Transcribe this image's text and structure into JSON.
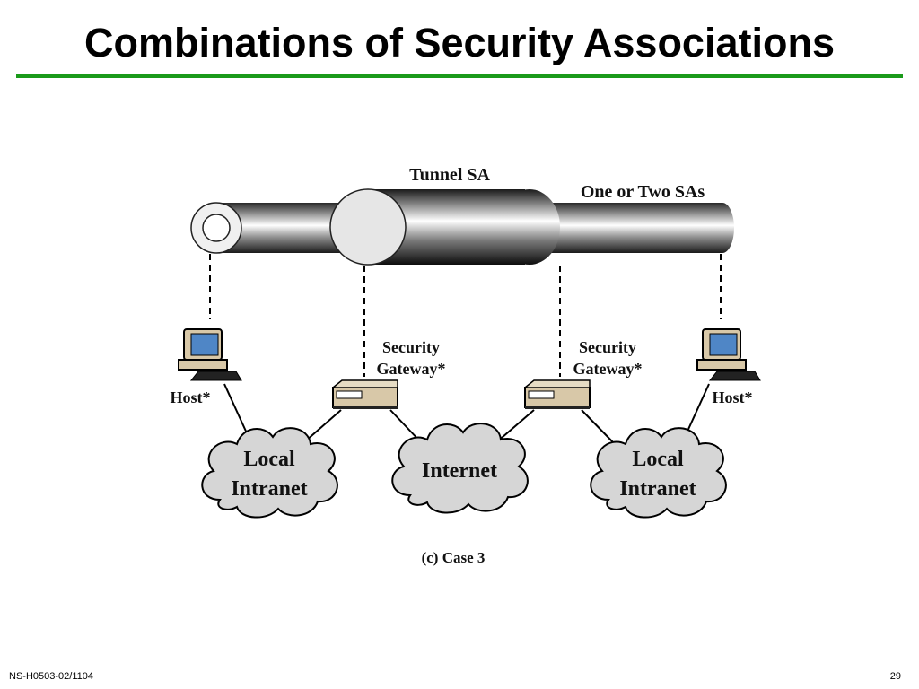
{
  "slide": {
    "title": "Combinations of Security Associations",
    "footer_code": "NS-H0503-02/1104",
    "page_number": "29"
  },
  "diagram": {
    "tunnel_sa_label": "Tunnel SA",
    "inner_sa_label": "One or Two SAs",
    "left_host_label": "Host*",
    "right_host_label": "Host*",
    "left_gateway_label": [
      "Security",
      "Gateway*"
    ],
    "right_gateway_label": [
      "Security",
      "Gateway*"
    ],
    "left_cloud_label": [
      "Local",
      "Intranet"
    ],
    "center_cloud_label": "Internet",
    "right_cloud_label": [
      "Local",
      "Intranet"
    ],
    "caption": "(c) Case 3"
  },
  "colors": {
    "title_rule": "#1a9a1a",
    "screen": "#4f86c6",
    "cloud": "#d6d6d6",
    "device": "#d8c8a8"
  }
}
